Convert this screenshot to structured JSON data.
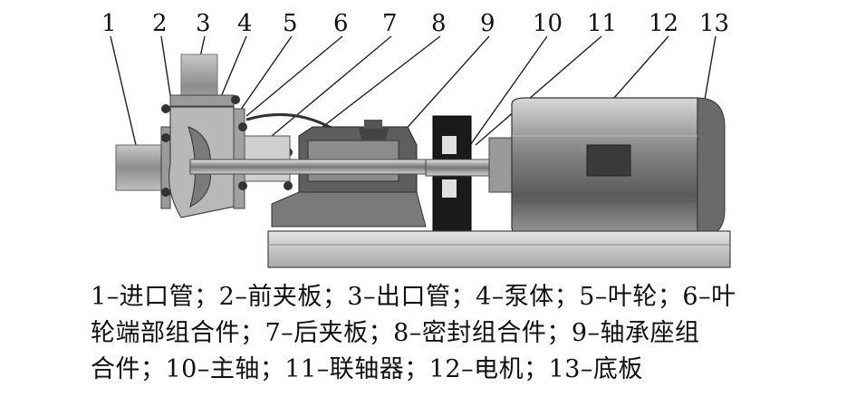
{
  "part_numbers": [
    "1",
    "2",
    "3",
    "4",
    "5",
    "6",
    "7",
    "8",
    "9",
    "10",
    "11",
    "12",
    "13"
  ],
  "caption_lines": [
    "1–进口管；2–前夹板；3–出口管；4–泵体；5–叶轮；6–叶",
    "轮端部组合件；7–后夹板；8–密封组合件；9–轴承座组",
    "合件；10–主轴；11–联轴器；12–电机；13–底板"
  ]
}
